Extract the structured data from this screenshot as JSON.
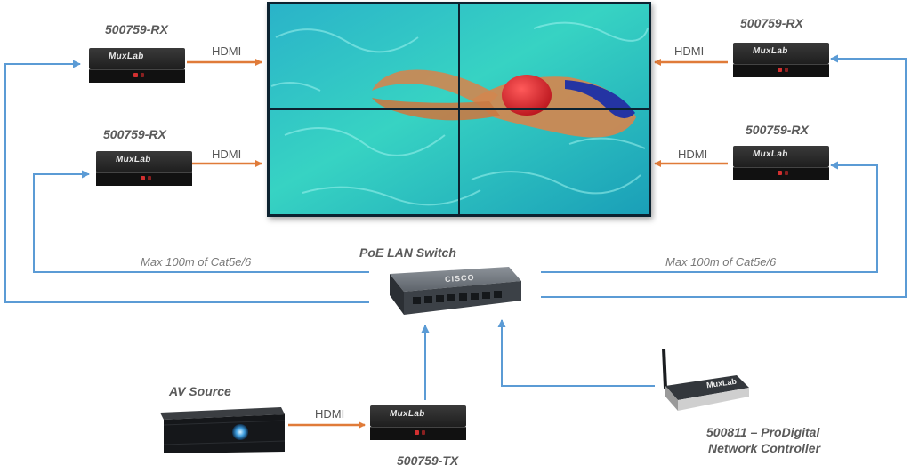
{
  "devices": {
    "rx_top_left": "500759-RX",
    "rx_mid_left": "500759-RX",
    "rx_top_right": "500759-RX",
    "rx_mid_right": "500759-RX",
    "tx": "500759-TX",
    "switch": "PoE LAN Switch",
    "source": "AV Source",
    "controller_line1": "500811 – ProDigital",
    "controller_line2": "Network Controller"
  },
  "connections": {
    "hdmi_1": "HDMI",
    "hdmi_2": "HDMI",
    "hdmi_3": "HDMI",
    "hdmi_4": "HDMI",
    "hdmi_5": "HDMI",
    "cable_left": "Max 100m of Cat5e/6",
    "cable_right": "Max 100m of Cat5e/6"
  },
  "branding": {
    "device_brand": "MuxLab",
    "switch_brand": "CISCO"
  },
  "colors": {
    "hdmi_arrow": "#e07b39",
    "network_line": "#5b9bd5",
    "label_text": "#5a5a5a"
  }
}
